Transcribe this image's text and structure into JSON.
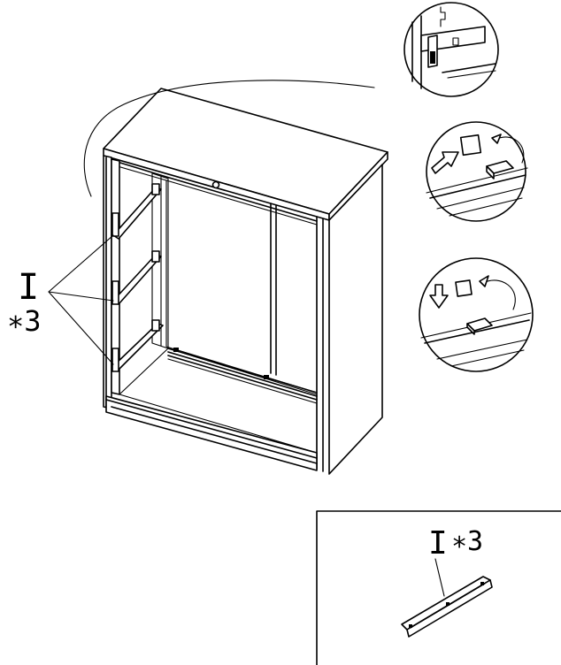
{
  "callout_left": {
    "part_letter": "I",
    "quantity": "∗3"
  },
  "parts_box": {
    "part_letter": "I",
    "quantity": "∗3"
  }
}
